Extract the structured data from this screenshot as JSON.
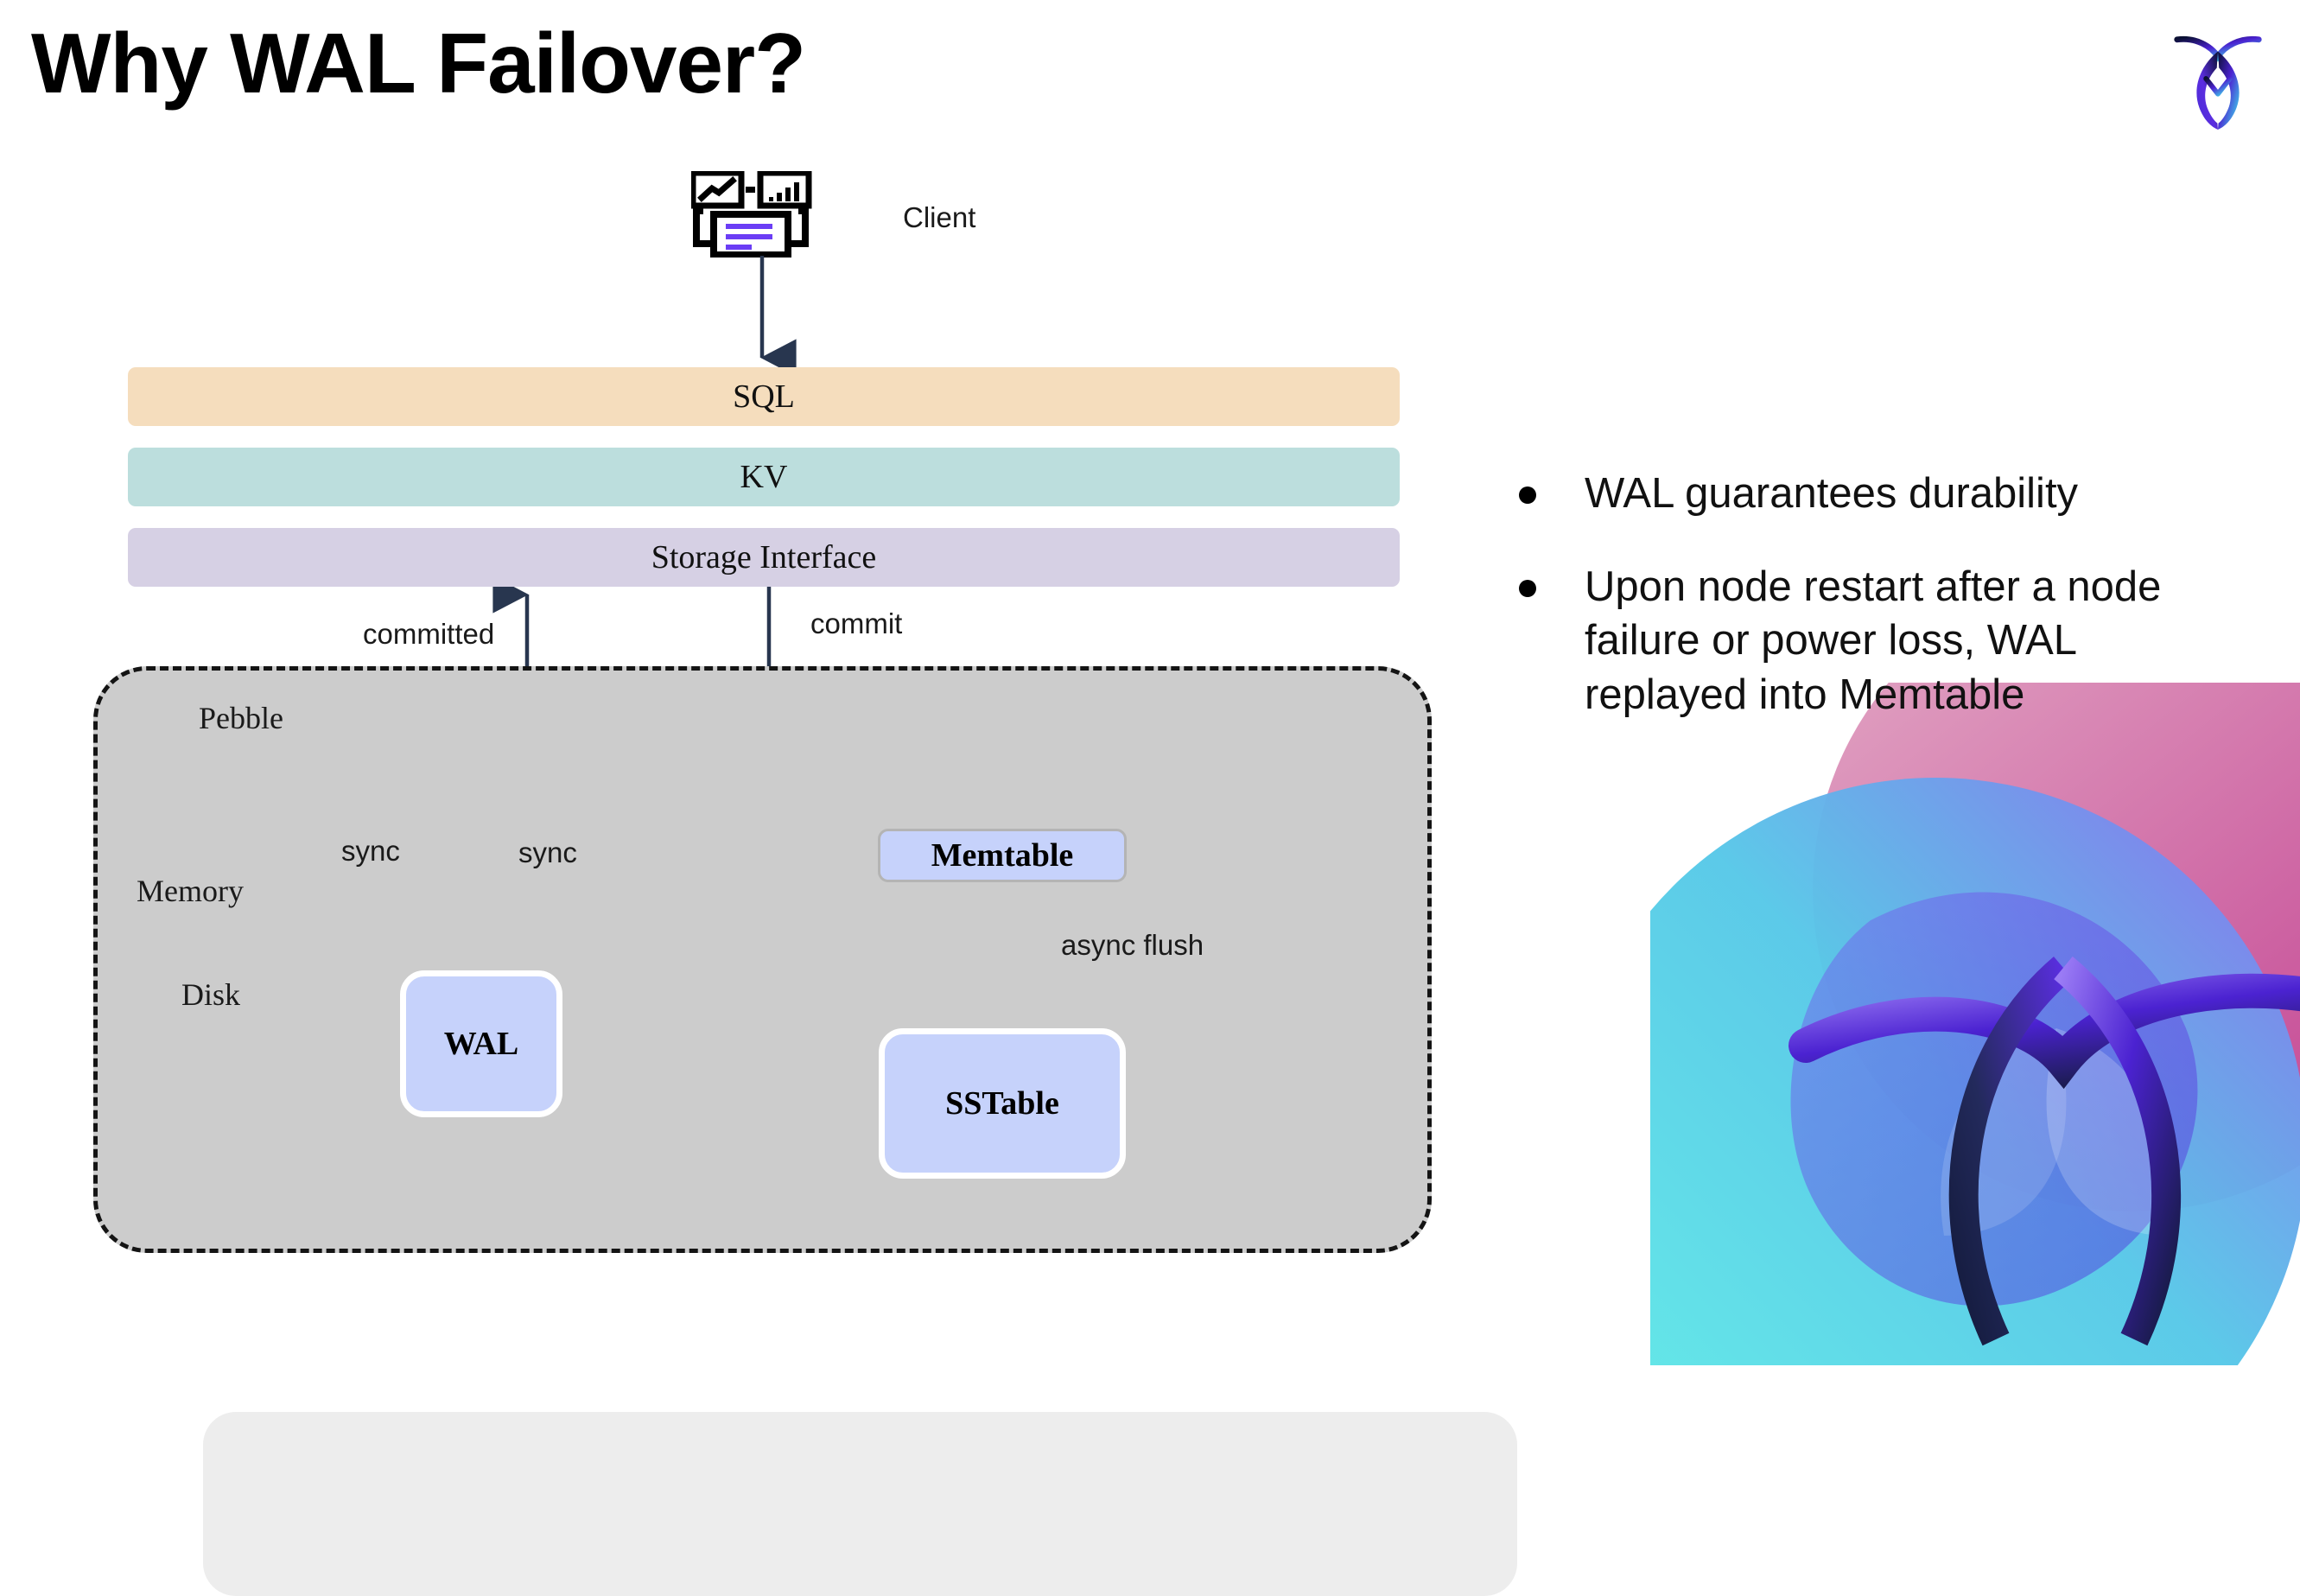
{
  "slide": {
    "title": "Why WAL Failover?"
  },
  "diagram": {
    "client_label": "Client",
    "client_icon": "client-analytics-icon",
    "layers": [
      {
        "id": "sql",
        "label": "SQL",
        "color": "#f5ddbd"
      },
      {
        "id": "kv",
        "label": "KV",
        "color": "#bcdedd"
      },
      {
        "id": "storage",
        "label": "Storage Interface",
        "color": "#d6d0e4"
      }
    ],
    "container": {
      "label": "Pebble",
      "fill": "#cccccc",
      "border": "#141414",
      "memory_label": "Memory",
      "memory_fill": "#ededed",
      "disk_label": "Disk"
    },
    "boxes": [
      {
        "id": "memtable",
        "label": "Memtable",
        "fill": "#c6d2fb",
        "border": "#b4b4b4"
      },
      {
        "id": "wal",
        "label": "WAL",
        "fill": "#c6d2fb",
        "border": "#ffffff"
      },
      {
        "id": "sstable",
        "label": "SSTable",
        "fill": "#c6d2fb",
        "border": "#ffffff"
      }
    ],
    "edges": [
      {
        "id": "committed",
        "label": "committed"
      },
      {
        "id": "commit",
        "label": "commit"
      },
      {
        "id": "sync-left",
        "label": "sync"
      },
      {
        "id": "sync-right",
        "label": "sync"
      },
      {
        "id": "async-flush",
        "label": "async flush"
      }
    ],
    "arrow_color": "#28364f"
  },
  "bullets": [
    "WAL guarantees durability",
    "Upon node restart after a node failure or power loss, WAL replayed into Memtable"
  ],
  "branding": {
    "logo": "cockroachdb-logo",
    "background_mark": "cockroachdb-circles-mark",
    "colors": {
      "navy": "#141b4d",
      "purple": "#5a2ed6",
      "cyan": "#53e0e0",
      "magenta": "#c8418f"
    }
  }
}
